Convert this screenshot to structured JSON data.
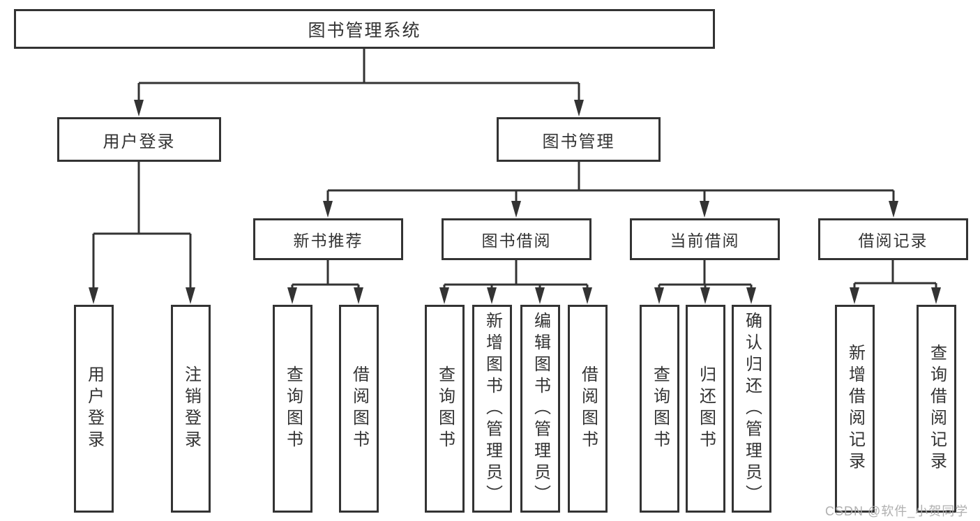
{
  "diagram": {
    "root": {
      "label": "图书管理系统"
    },
    "level2": [
      {
        "label": "用户登录"
      },
      {
        "label": "图书管理"
      }
    ],
    "level3": [
      {
        "label": "新书推荐"
      },
      {
        "label": "图书借阅"
      },
      {
        "label": "当前借阅"
      },
      {
        "label": "借阅记录"
      }
    ],
    "level4": {
      "user_login": [
        {
          "label": "用户登录"
        },
        {
          "label": "注销登录"
        }
      ],
      "new_books": [
        {
          "label": "查询图书"
        },
        {
          "label": "借阅图书"
        }
      ],
      "book_borrow": [
        {
          "label": "查询图书"
        },
        {
          "label": "新增图书（管理员）"
        },
        {
          "label": "编辑图书（管理员）"
        },
        {
          "label": "借阅图书"
        }
      ],
      "current_borrow": [
        {
          "label": "查询图书"
        },
        {
          "label": "归还图书"
        },
        {
          "label": "确认归还（管理员）"
        }
      ],
      "borrow_records": [
        {
          "label": "新增借阅记录"
        },
        {
          "label": "查询借阅记录"
        }
      ]
    }
  },
  "watermark": {
    "text": "CSDN @软件_小贺同学"
  },
  "colors": {
    "line": "#333333",
    "border": "#333333",
    "text": "#333333",
    "background": "#ffffff",
    "watermark": "#acacac"
  }
}
